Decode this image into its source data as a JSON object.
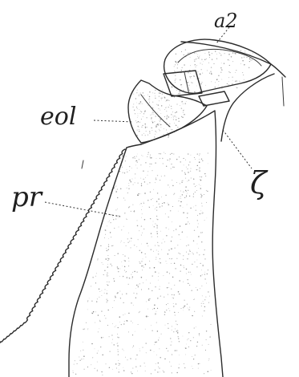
{
  "figure": {
    "labels": {
      "a2": "a2",
      "eol": "eol",
      "pr": "pr",
      "zeta": "ζ"
    },
    "colors": {
      "ink": "#2b2b2b",
      "stipple": "#6a6a6a",
      "paper": "#ffffff"
    }
  }
}
